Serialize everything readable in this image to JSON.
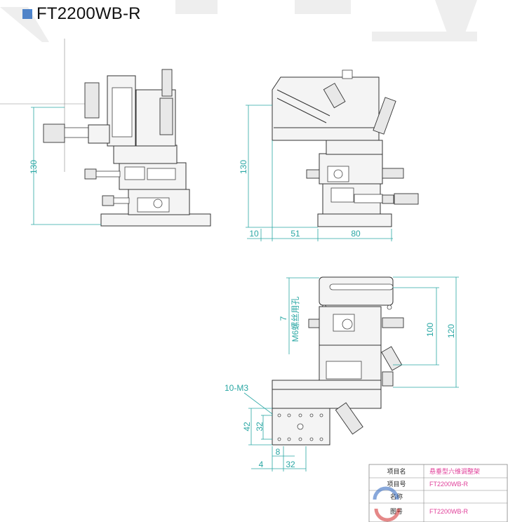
{
  "header": {
    "title": "FT2200WB-R",
    "accent_color": "#4a86d4"
  },
  "dimensions": {
    "front_height": "130",
    "side_height": "130",
    "side_offset": "10",
    "side_width_a": "51",
    "side_width_b": "80",
    "top_thread": "7",
    "top_thread_label": "M6螺丝用孔",
    "top_h1": "100",
    "top_h2": "120",
    "bottom_holes": "10-M3",
    "bottom_h1": "42",
    "bottom_h2": "32",
    "bottom_w1": "8",
    "bottom_w2": "4",
    "bottom_w3": "32"
  },
  "title_block": {
    "rows": [
      {
        "label": "项目名",
        "value": "悬垂型六维调整架"
      },
      {
        "label": "项目号",
        "value": "FT2200WB-R"
      },
      {
        "label": "名称",
        "value": ""
      },
      {
        "label": "图号",
        "value": "FT2200WB-R"
      }
    ],
    "value_color": "#e0409a"
  },
  "colors": {
    "dimension": "#2aa7a4",
    "outline": "#333333"
  }
}
